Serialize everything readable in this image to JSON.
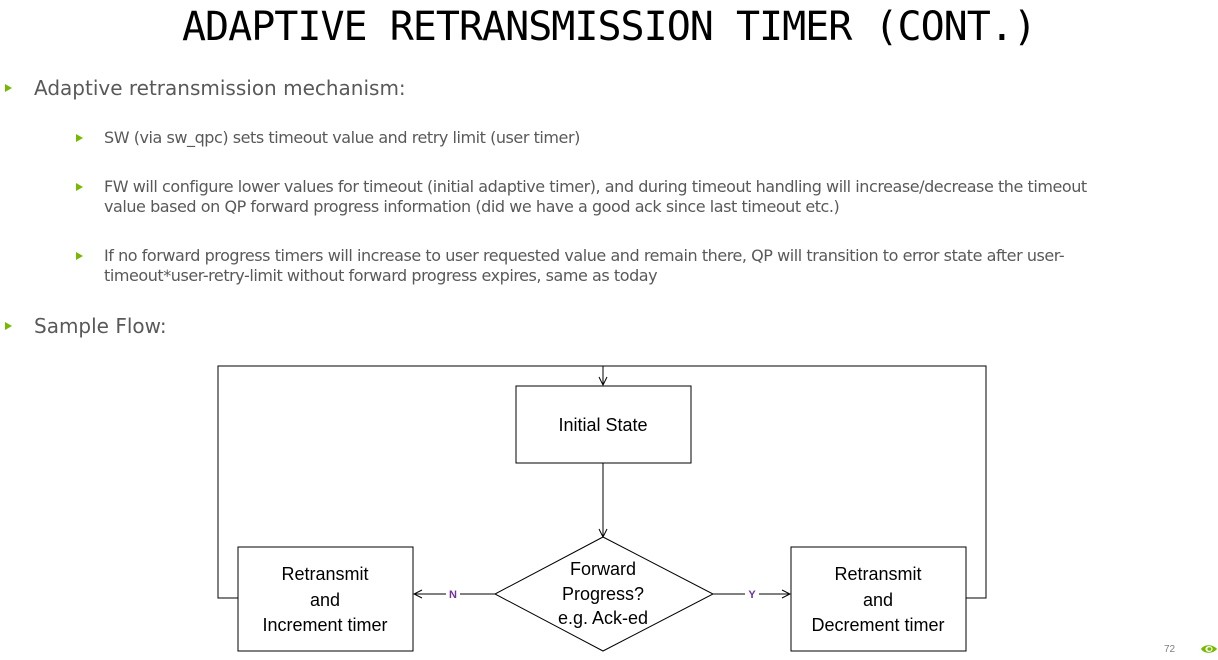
{
  "title": "ADAPTIVE RETRANSMISSION TIMER (CONT.)",
  "colors": {
    "bullet": "#76b900",
    "edge_label": "#7030a0",
    "text": "#595959"
  },
  "bullets": [
    {
      "text": "Adaptive retransmission mechanism:",
      "children": [
        {
          "lines": [
            "SW (via sw_qpc) sets timeout value and retry limit (user timer)"
          ]
        },
        {
          "lines": [
            "FW will configure lower values for timeout (initial adaptive timer), and during timeout handling will increase/decrease the timeout",
            "value based on QP forward progress information (did we have a good ack since last timeout etc.)"
          ]
        },
        {
          "lines": [
            "If no forward progress timers will increase to user requested value and remain there, QP will transition to error state after user-",
            "timeout*user-retry-limit without forward progress expires, same as today"
          ]
        }
      ]
    },
    {
      "text": "Sample Flow:"
    }
  ],
  "diagram": {
    "initial_state": "Initial State",
    "decision": [
      "Forward",
      "Progress?",
      "e.g. Ack-ed"
    ],
    "retransmit_increment": [
      "Retransmit",
      "and",
      "Increment timer"
    ],
    "retransmit_decrement": [
      "Retransmit",
      "and",
      "Decrement timer"
    ],
    "label_no": "N",
    "label_yes": "Y"
  },
  "page_number": "72",
  "logo_icon": "nvidia-eye-logo-icon"
}
